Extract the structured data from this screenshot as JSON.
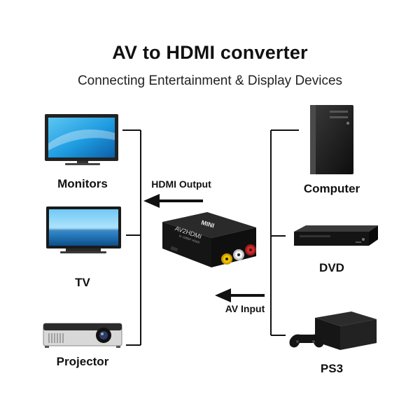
{
  "title": "AV to HDMI converter",
  "subtitle": "Connecting Entertainment & Display Devices",
  "outputs": [
    {
      "label": "Monitors",
      "icon": "monitor-icon"
    },
    {
      "label": "TV",
      "icon": "tv-icon"
    },
    {
      "label": "Projector",
      "icon": "projector-icon"
    }
  ],
  "inputs": [
    {
      "label": "Computer",
      "icon": "computer-tower-icon"
    },
    {
      "label": "DVD",
      "icon": "dvd-player-icon"
    },
    {
      "label": "PS3",
      "icon": "ps3-console-icon"
    }
  ],
  "arrows": {
    "output_label": "HDMI Output",
    "input_label": "AV Input"
  },
  "converter": {
    "brand": "MINI",
    "model": "AV2HDMI",
    "spec": "to 1080P HDMI"
  },
  "colors": {
    "line": "#111111",
    "device_body": "#1e1e1e",
    "screen_blue": "#1e9be0",
    "rca_yellow": "#f2c200",
    "rca_white": "#f4f4f4",
    "rca_red": "#d22a2a"
  }
}
